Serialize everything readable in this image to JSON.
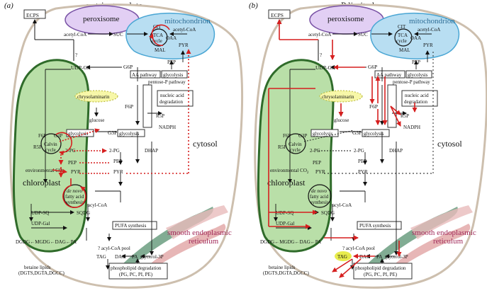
{
  "panels": [
    {
      "letter": "(a)",
      "title": "nutrient replete",
      "labels": {
        "ecps": "ECPS",
        "peroxisome": "peroxisome",
        "mitochondrion": "mitochondrion",
        "acetyl_coa_left": "acetyl-CoA",
        "suc": "SUC",
        "cit": "CIT",
        "acetyl_coa_right": "acetyl-CoA",
        "tca": "TCA",
        "cycle": "cycle",
        "oaa": "OAA",
        "mal": "MAL",
        "pyr_mito": "PYR",
        "pep_mito": "PEP",
        "glycolysis_mito": "glycolysis",
        "aa_pathway": "AA pathway",
        "question": "?",
        "udp_glc": "UDP-Glc",
        "g6p": "G6P",
        "pentose_p": "pentose-P pathway",
        "nucleic": "nucleic acid",
        "degradation": "degradation",
        "chrysolaminarin": "chrysolaminarin",
        "f6p_cyt": "F6P",
        "glucose": "glucose",
        "r5p_cyt": "R5P",
        "nadph": "NADPH",
        "f6p_cp": "F6P",
        "g3p_cp": "G3P",
        "r5p_cp": "R5P",
        "calvin": "Calvin",
        "cycle2": "cycle",
        "glycolysis_cp": "glycolysis",
        "g3p_cyt": "G3P",
        "glycolysis_cyt": "glycolysis",
        "pg2_cp": "2-PG",
        "pg2_cyt": "2-PG",
        "dhap": "DHAP",
        "pep_cp": "PEP",
        "pep_cyt": "PEP",
        "env_co2": "environmental CO",
        "pyr_cp": "PYR",
        "pyr_cyt": "PYR",
        "cytosol": "cytosol",
        "chloroplast": "chloroplast",
        "de_novo": "de novo",
        "fatty_acid": "fatty acid",
        "synthesis": "synthesis",
        "acyl_coa": "acyl-CoA",
        "udp_sq": "UDP-SQ",
        "sqdg": "SQDG",
        "udp_gal": "UDP-Gal",
        "pufa": "PUFA synthesis",
        "dgdg_chain": "DGDG←MGDG←DAG←PA",
        "smooth_er_1": "smooth endoplasmic",
        "smooth_er_2": "reticulum",
        "acyl_pool": "? acyl-CoA pool",
        "tag": "TAG",
        "dag": "DAG",
        "pa": "PA",
        "glycerol3p": "glycerol-3P",
        "betaine_1": "betaine lipids",
        "betaine_2": "(DGTS,DGTA,DGCC)",
        "phospho_1": "phospholipid degradation",
        "phospho_2": "(PG, PC, PI, PE)"
      }
    },
    {
      "letter": "(b)",
      "title": "P limited",
      "labels": {
        "ecps": "ECPS",
        "peroxisome": "peroxisome",
        "mitochondrion": "mitochondrion",
        "acetyl_coa_left": "acetyl-CoA",
        "suc": "SUC",
        "cit": "CIT",
        "acetyl_coa_right": "acetyl-CoA",
        "tca": "TCA",
        "cycle": "cycle",
        "oaa": "OAA",
        "mal": "MAL",
        "pyr_mito": "PYR",
        "pep_mito": "PEP",
        "glycolysis_mito": "glycolysis",
        "aa_pathway": "AA pathway",
        "question": "?",
        "udp_glc": "UDP-Glc",
        "g6p": "G6P",
        "pentose_p": "pentose-P pathway",
        "nucleic": "nucleic acid",
        "degradation": "degradation",
        "chrysolaminarin": "chrysolaminarin",
        "f6p_cyt": "F6P",
        "glucose": "glucose",
        "r5p_cyt": "R5P",
        "nadph": "NADPH",
        "f6p_cp": "F6P",
        "g3p_cp": "G3P",
        "r5p_cp": "R5P",
        "calvin": "Calvin",
        "cycle2": "cycle",
        "glycolysis_cp": "glycolysis",
        "g3p_cyt": "G3P",
        "glycolysis_cyt": "glycolysis",
        "pg2_cp": "2-PG",
        "pg2_cyt": "2-PG",
        "dhap": "DHAP",
        "pep_cp": "PEP",
        "pep_cyt": "PEP",
        "env_co2": "environmental CO",
        "pyr_cp": "PYR",
        "pyr_cyt": "PYR",
        "cytosol": "cytosol",
        "chloroplast": "chloroplast",
        "de_novo": "de novo",
        "fatty_acid": "fatty acid",
        "synthesis": "synthesis",
        "acyl_coa": "acyl-CoA",
        "udp_sq": "UDP-SQ",
        "sqdg": "SQDG",
        "udp_gal": "UDP-Gal",
        "pufa": "PUFA synthesis",
        "dgdg_chain": "DGDG←MGDG←DAG←PA",
        "smooth_er_1": "smooth endoplasmic",
        "smooth_er_2": "reticulum",
        "acyl_pool": "? acyl-CoA pool",
        "tag": "TAG",
        "dag": "DAG",
        "pa": "PA",
        "glycerol3p": "glycerol-3P",
        "betaine_1": "betaine lipids",
        "betaine_2": "(DGTS,DGTA,DGCC)",
        "phospho_1": "phospholipid degradation",
        "phospho_2": "(PG, PC, PI, PE)"
      }
    }
  ],
  "colors": {
    "cell_outline": "#cdbfae",
    "chloroplast_fill": "#b9dfa8",
    "chloroplast_stroke": "#2f6b2a",
    "peroxisome_fill": "#e2cff4",
    "peroxisome_stroke": "#7a54a6",
    "mito_fill": "#b8def2",
    "mito_stroke": "#4aa6d4",
    "er_fill": "#e8b5b5",
    "er_dark": "#5f9276",
    "upregulated": "#d61f1f",
    "chryso_fill": "#f7f7a8",
    "tag_highlight": "#e6ea3a",
    "text_accent": "#a12a5a"
  }
}
